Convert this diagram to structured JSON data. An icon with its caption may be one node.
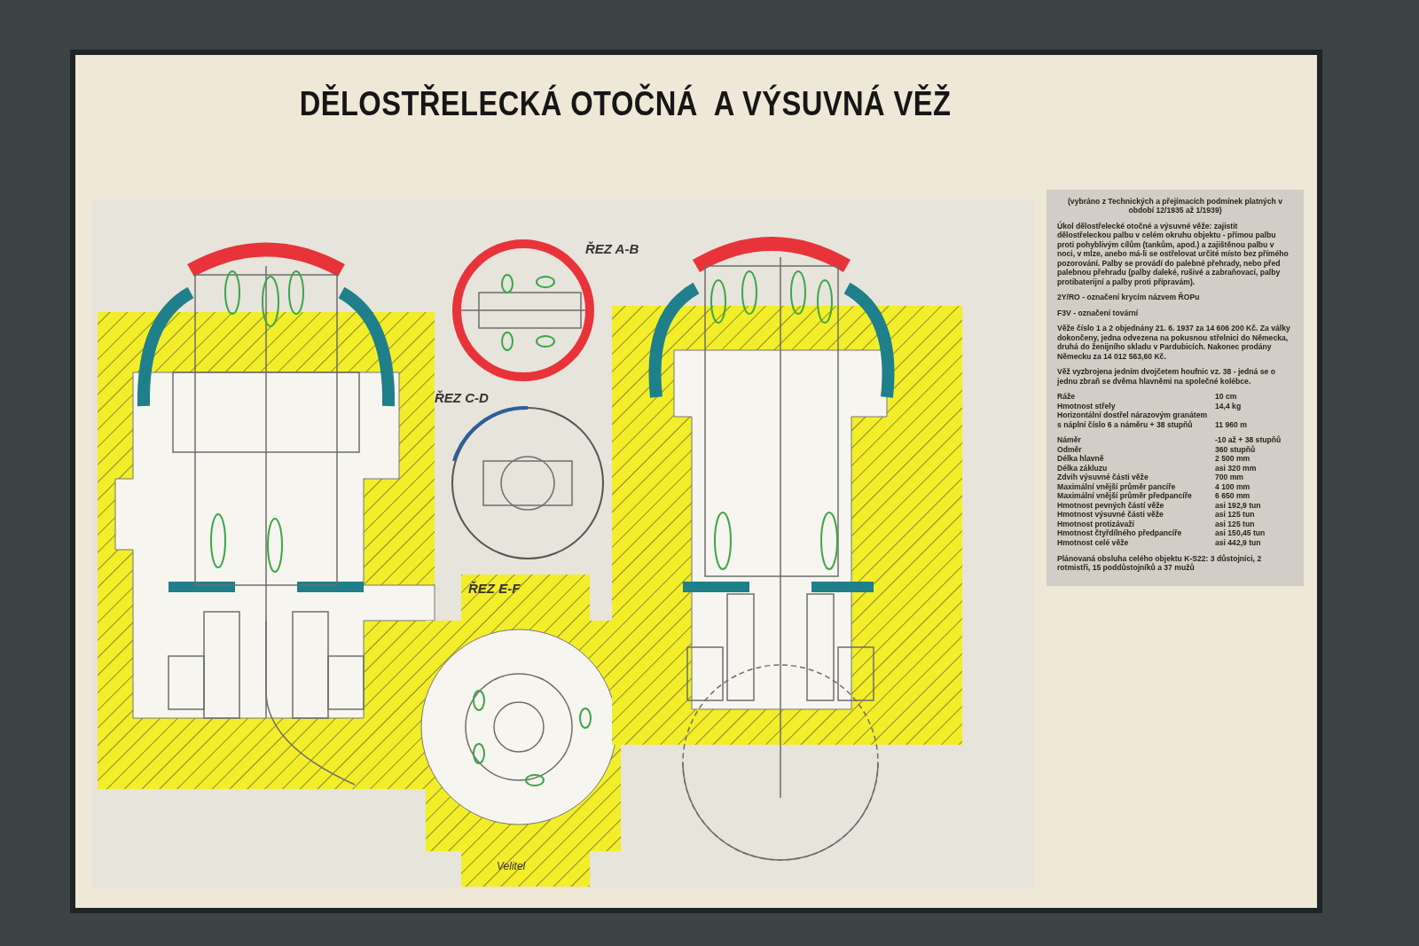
{
  "diagram": {
    "title": "DĚLOSTŘELECKÁ OTOČNÁ  A VÝSUVNÁ VĚŽ",
    "labels": [
      "ŘEZ A-B",
      "ŘEZ C-D",
      "ŘEZ E-F",
      "Velitel",
      "(vybráno z Technických a přejímacích podmínek platných v období 12/1935 až 1/1939)",
      "Úkol dělostřelecké otočné a výsuvné věže: zajistit dělostřeleckou palbu v celém okruhu objektu - přímou palbu proti pohyblivým cílům (tankům, apod.) a zajištěnou palbu v noci, v mlze, anebo má-li se ostřelovat určité místo bez přímého pozorování. Palby se provádí do palebné přehrady, nebo před palebnou přehradu (palby daleké, rušivé a zabraňovací, palby protibaterijní  a palby proti přípravám).",
      "2Y/RO - označení krycím názvem ŘOPu",
      "F3V - označení tovární",
      "Věže číslo 1 a 2 objednány 21. 6. 1937 za 14 606 200 Kč. Za války dokončeny, jedna odvezena na pokusnou střelnici do Německa, druhá do ženijního skladu v Pardubicích. Nakonec prodány Německu za 14 012 563,60 Kč.",
      "Věž vyzbrojena jedním dvojčetem houfnic vz. 38 - jedná se o jednu zbraň se dvěma hlavněmi na společné kolébce.",
      "Ráže",
      "10 cm",
      "Hmotnost střely",
      "14,4 kg",
      "Horizontální dostřel nárazovým granátem s náplní číslo 6 a náměru + 38 stupňů",
      "11 960 m",
      "Náměr",
      "-10 až + 38 stupňů",
      "Odměr",
      "360 stupňů",
      "Délka hlavně",
      "2 500 mm",
      "Délka zákluzu",
      "asi 320 mm",
      "Zdvih výsuvné části věže",
      "700 mm",
      "Maximální vnější průměr pancíře",
      "4 100 mm",
      "Maximální vnější průměr předpancíře",
      "6 650 mm",
      "Hmotnost pevných částí věže",
      "asi 192,9 tun",
      "Hmotnost výsuvné části věže",
      "asi 125 tun",
      "Hmotnost protizávaží",
      "asi 125 tun",
      "Hmotnost čtyřdílného předpancíře",
      "asi 150,45 tun",
      "Hmotnost celé věže",
      "asi 442,9 tun",
      "Plánovaná obsluha celého objektu K-S22: 3 důstojníci, 2 rotmistři, 15 poddůstojníků a 37 mužů"
    ]
  }
}
